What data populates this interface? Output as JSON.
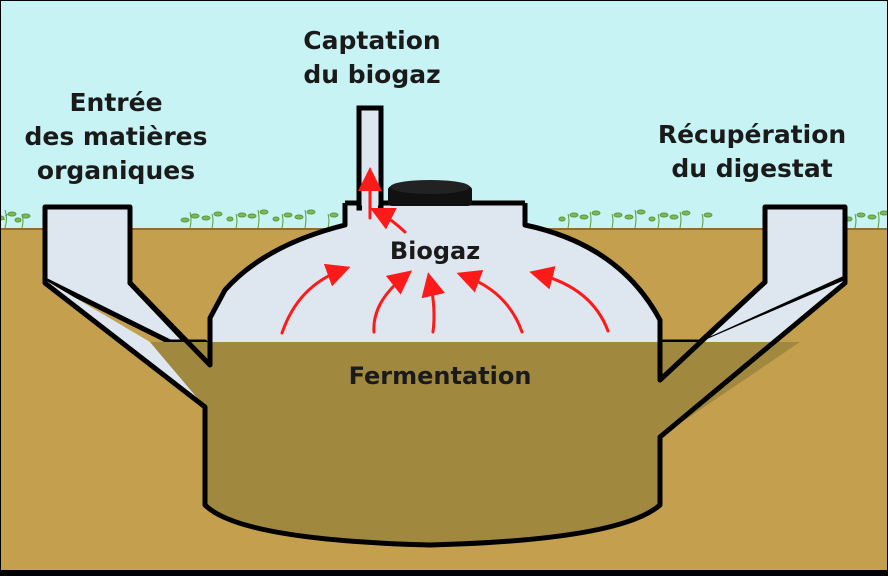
{
  "labels": {
    "entree": [
      "Entrée",
      "des matières",
      "organiques"
    ],
    "captation": [
      "Captation",
      "du biogaz"
    ],
    "recuperation": [
      "Récupération",
      "du digestat"
    ],
    "biogaz": "Biogaz",
    "fermentation": "Fermentation"
  },
  "colors": {
    "sky": "#c8f3f5",
    "soil": "#c4a04e",
    "digestate": "#a0893e",
    "gas_chamber": "#dee6ef",
    "outline": "#000000",
    "arrow": "#ff1a1a",
    "lid": "#111111",
    "plants": "#7db85a"
  },
  "icons": [
    "red-arrow-icon",
    "plant-icon"
  ]
}
